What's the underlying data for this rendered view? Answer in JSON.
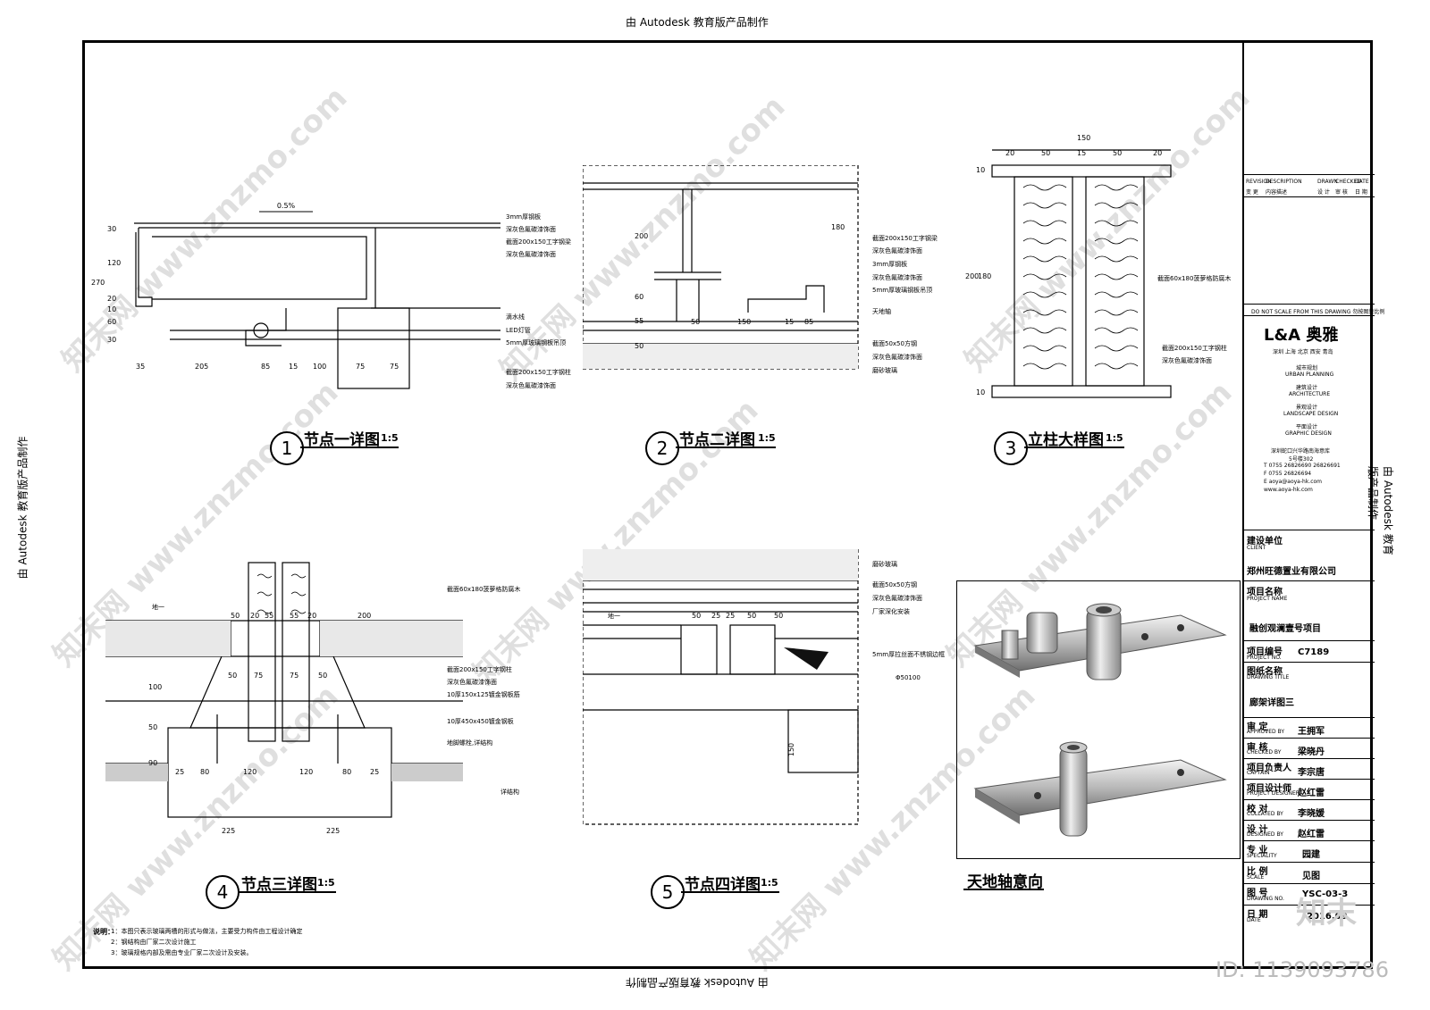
{
  "stamp": "由 Autodesk 教育版产品制作",
  "details": [
    {
      "num": "1",
      "name": "节点一详图",
      "scale": "1:5"
    },
    {
      "num": "2",
      "name": "节点二详图",
      "scale": "1:5"
    },
    {
      "num": "3",
      "name": "立柱大样图",
      "scale": "1:5"
    },
    {
      "num": "4",
      "name": "节点三详图",
      "scale": "1:5"
    },
    {
      "num": "5",
      "name": "节点四详图",
      "scale": "1:5"
    }
  ],
  "photo_caption": "天地轴意向",
  "d1": {
    "slope": "0.5%",
    "labels": [
      "3mm厚钢板",
      "深灰色氟碳漆饰面",
      "截面200x150工字钢梁",
      "深灰色氟碳漆饰面",
      "滴水线",
      "LED灯管",
      "5mm厚玻璃钢板吊顶",
      "截面200x150工字钢柱",
      "深灰色氟碳漆饰面"
    ],
    "dims_v": [
      "30",
      "120",
      "270",
      "20",
      "10",
      "60",
      "30"
    ],
    "dims_h": [
      "35",
      "205",
      "85",
      "15",
      "100",
      "75",
      "75"
    ]
  },
  "d2": {
    "labels": [
      "截面200x150工字钢梁",
      "深灰色氟碳漆饰面",
      "3mm厚钢板",
      "深灰色氟碳漆饰面",
      "5mm厚玻璃钢板吊顶",
      "天地轴",
      "截面50x50方钢",
      "深灰色氟碳漆饰面",
      "磨砂玻璃"
    ],
    "dims_v": [
      "200",
      "180",
      "60",
      "55",
      "50"
    ],
    "dims_h": [
      "50",
      "150",
      "15",
      "85"
    ]
  },
  "d3": {
    "labels": [
      "截面60x180菠萝格防腐木",
      "截面200x150工字钢柱",
      "深灰色氟碳漆饰面"
    ],
    "dims_top": [
      "150",
      "20",
      "50",
      "15",
      "50",
      "20"
    ],
    "dims_v": [
      "10",
      "200",
      "180",
      "10"
    ]
  },
  "d4": {
    "labels": [
      "截面60x180菠萝格防腐木",
      "截面200x150工字钢柱",
      "深灰色氟碳漆饰面",
      "10厚150x125镀金钢板筋",
      "10厚450x450镀金钢板",
      "地脚螺栓,详结构",
      "详结构"
    ],
    "tag": "地一",
    "dims_top": [
      "50",
      "20",
      "55",
      "55",
      "20",
      "200"
    ],
    "dims_mid": [
      "50",
      "75",
      "75",
      "50"
    ],
    "dims_bot": [
      "25",
      "80",
      "120",
      "120",
      "80",
      "25"
    ],
    "dims_base": [
      "225",
      "225"
    ],
    "dims_v": [
      "100",
      "50",
      "90"
    ]
  },
  "d5": {
    "labels": [
      "磨砂玻璃",
      "截面50x50方钢",
      "深灰色氟碳漆饰面",
      "厂家深化安装",
      "5mm厚拉丝面不锈钢边框",
      "Φ50100"
    ],
    "tag": "地一",
    "dims_top": [
      "50",
      "25",
      "25",
      "50",
      "50"
    ],
    "dims_v": [
      "150"
    ]
  },
  "notes": {
    "head": "说明：",
    "items": [
      "1：本图只表示玻璃两槽的形式与做法，主要受力构件由工程设计确定",
      "2：钢结构由厂家二次设计施工",
      "3：玻璃规格内部及需由专业厂家二次设计及安装。"
    ]
  },
  "titleblock": {
    "rev_headers": [
      "REVISION",
      "DESCRIPTION",
      "DRAWN",
      "CHECKED",
      "DATE"
    ],
    "rev_cn": [
      "变 更",
      "内容描述",
      "设 计",
      "审 核",
      "日 期"
    ],
    "dont_scale": "DO NOT SCALE FROM THIS DRAWING  勿按图量比例",
    "logo": "L&A 奥雅",
    "cities": "深圳 上海 北京 西安 青岛",
    "services": [
      {
        "cn": "城市规划",
        "en": "URBAN PLANNING"
      },
      {
        "cn": "建筑设计",
        "en": "ARCHITECTURE"
      },
      {
        "cn": "景观设计",
        "en": "LANDSCAPE DESIGN"
      },
      {
        "cn": "平面设计",
        "en": "GRAPHIC DESIGN"
      }
    ],
    "address": "深圳蛇口兴华路南海意库",
    "address2": "5号楼302",
    "tel": "T 0755 26826690 26826691",
    "fax": "F 0755 26826694",
    "email": "E aoya@aoya-hk.com",
    "web": "www.aoya-hk.com",
    "client_cn": "建设单位",
    "client_en": "CLIENT",
    "client": "郑州旺德置业有限公司",
    "project_cn": "项目名称",
    "project_en": "PROJECT NAME",
    "project": "融创观澜壹号项目",
    "projno_cn": "项目编号",
    "projno_en": "PROJECT NO.",
    "projno": "C7189",
    "dwgtitle_cn": "图纸名称",
    "dwgtitle_en": "DRAWING TITLE",
    "dwgtitle": "廊架详图三",
    "signers": [
      {
        "cn": "审 定",
        "en": "APPROVED BY",
        "name": "王拥军"
      },
      {
        "cn": "审 核",
        "en": "CHECKED BY",
        "name": "梁晓丹"
      },
      {
        "cn": "项目负责人",
        "en": "CAPTAIN",
        "name": "李宗唐"
      },
      {
        "cn": "项目设计师",
        "en": "PROJECT DESIGNER",
        "name": "赵红雷"
      },
      {
        "cn": "校 对",
        "en": "COLLATED BY",
        "name": "李晓媛"
      },
      {
        "cn": "设 计",
        "en": "DESIGNED BY",
        "name": "赵红雷"
      }
    ],
    "specialty_cn": "专 业",
    "specialty_en": "SPECIALITY",
    "specialty": "园建",
    "scale_cn": "比 例",
    "scale_en": "SCALE",
    "scale": "见图",
    "dwgno_cn": "图 号",
    "dwgno_en": "DRAWING NO.",
    "dwgno": "YSC-03-3",
    "date_cn": "日 期",
    "date_en": "DATE",
    "date": "2016.09"
  },
  "watermark": "知末网 www.znzmo.com",
  "corner_id": "ID: 1139093786",
  "corner_logo": "知末"
}
